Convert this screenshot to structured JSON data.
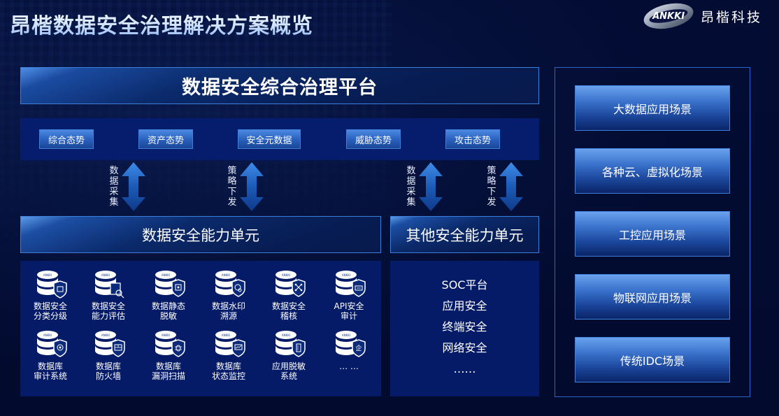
{
  "header": {
    "title": "昂楷数据安全治理解决方案概览",
    "logo_mark": "ANKKI",
    "logo_text": "昂楷科技"
  },
  "platform": {
    "title": "数据安全综合治理平台",
    "modules": [
      "综合态势",
      "资产态势",
      "安全元数据",
      "威胁态势",
      "攻击态势"
    ]
  },
  "flows": [
    {
      "label": "数据采集",
      "chars": [
        "数",
        "据",
        "采",
        "集"
      ]
    },
    {
      "label": "策略下发",
      "chars": [
        "策",
        "略",
        "下",
        "发"
      ]
    },
    {
      "label": "数据采集",
      "chars": [
        "数",
        "据",
        "采",
        "集"
      ]
    },
    {
      "label": "策略下发",
      "chars": [
        "策",
        "略",
        "下",
        "发"
      ]
    }
  ],
  "data_security_unit": {
    "title": "数据安全能力单元",
    "items": [
      {
        "label": "数据安全\n分类分级",
        "icon": "database-folder-shield-icon"
      },
      {
        "label": "数据安全\n能力评估",
        "icon": "database-assessment-icon"
      },
      {
        "label": "数据静态\n脱敏",
        "icon": "database-masking-shield-icon"
      },
      {
        "label": "数据水印\n溯源",
        "icon": "database-watermark-shield-icon"
      },
      {
        "label": "数据安全\n稽核",
        "icon": "database-audit-network-shield-icon"
      },
      {
        "label": "API安全\n审计",
        "icon": "database-api-shield-icon"
      },
      {
        "label": "数据库\n审计系统",
        "icon": "database-audit-target-shield-icon"
      },
      {
        "label": "数据库\n防火墙",
        "icon": "database-firewall-shield-icon"
      },
      {
        "label": "数据库\n漏洞扫描",
        "icon": "database-bug-scan-shield-icon"
      },
      {
        "label": "数据库\n状态监控",
        "icon": "database-monitor-shield-icon"
      },
      {
        "label": "应用脱敏\n系统",
        "icon": "database-app-masking-shield-icon"
      },
      {
        "label": "… …",
        "icon": "database-more-shield-icon"
      }
    ]
  },
  "other_unit": {
    "title": "其他安全能力单元",
    "items": [
      "SOC平台",
      "应用安全",
      "终端安全",
      "网络安全",
      "……"
    ]
  },
  "scenarios": [
    "大数据应用场景",
    "各种云、虚拟化场景",
    "工控应用场景",
    "物联网应用场景",
    "传统IDC场景"
  ],
  "colors": {
    "background": "#020a2e",
    "panel": "#061b68",
    "accent_border": "#3d7fd8",
    "button_top": "#6aa2ee",
    "button_bottom": "#0a2468"
  }
}
